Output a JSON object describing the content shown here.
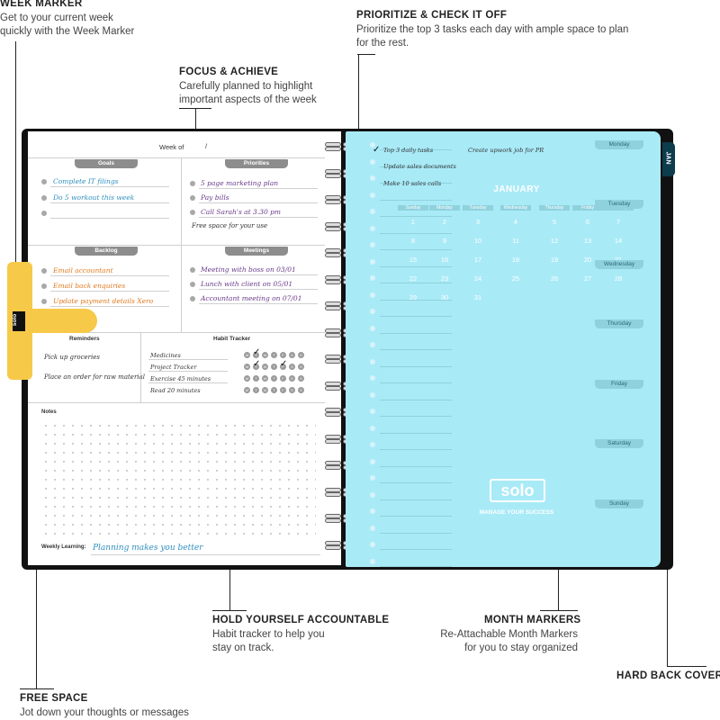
{
  "callouts": {
    "week_marker": {
      "title": "WEEK MARKER",
      "desc_1": "Get to your current week",
      "desc_2": "quickly with the Week Marker"
    },
    "prioritize": {
      "title": "PRIORITIZE & CHECK IT OFF",
      "desc_1": "Prioritize the top 3 tasks each day with ample space to plan",
      "desc_2": "for the rest."
    },
    "focus": {
      "title": "FOCUS & ACHIEVE",
      "desc_1": "Carefully planned to highlight",
      "desc_2": "important aspects of the week"
    },
    "accountable": {
      "title": "HOLD YOURSELF ACCOUNTABLE",
      "desc_1": "Habit tracker to help you",
      "desc_2": "stay on track."
    },
    "month_markers": {
      "title": "MONTH MARKERS",
      "desc_1": "Re-Attachable Month Markers",
      "desc_2": "for you to stay organized"
    },
    "hard_back": {
      "title": "HARD BACK COVER"
    },
    "free_space": {
      "title": "FREE SPACE",
      "desc_1": "Jot down your thoughts or messages"
    }
  },
  "left_page": {
    "week_of": "Week of",
    "slash": "/",
    "goals": {
      "label": "Goals",
      "items": [
        "Complete IT filings",
        "Do 5 workout this week",
        ""
      ]
    },
    "priorities": {
      "label": "Priorities",
      "items": [
        "5 page marketing plan",
        "Pay bills",
        "Call Sarah's at 3.30 pm"
      ],
      "note": "Free space for your use"
    },
    "backlog": {
      "label": "Backlog",
      "items": [
        "Email accountant",
        "Email back enquiries",
        "Update payment details Xero"
      ]
    },
    "meetings": {
      "label": "Meetings",
      "items": [
        "Meeting with boss on 03/01",
        "Lunch with client on 05/01",
        "Accountant meeting on 07/01"
      ]
    },
    "reminders": {
      "label": "Reminders",
      "items": [
        "Pick up groceries",
        "Place an order for raw material"
      ]
    },
    "habit_tracker": {
      "label": "Habit Tracker",
      "habits": [
        "Medicines",
        "Project Tracker",
        "Exercise 45 minutes",
        "Read 20 minutes"
      ],
      "days": [
        "M",
        "T",
        "W",
        "T",
        "F",
        "S",
        "S"
      ]
    },
    "notes": {
      "label": "Notes"
    },
    "weekly_learning": {
      "label": "Weekly Learning:",
      "value": "Planning makes you better"
    },
    "marker_logo": "solo"
  },
  "right_page": {
    "tasks": [
      "Top 3 daily tasks",
      "Update sales documents",
      "Make 10 sales calls"
    ],
    "side_note": "Create upwork job for PR",
    "month_tab": "JAN",
    "calendar": {
      "month": "JANUARY",
      "weekdays": [
        "Sunday",
        "Monday",
        "Tuesday",
        "Wednesday",
        "Thursday",
        "Friday",
        "Saturday"
      ],
      "rows": [
        [
          "1",
          "2",
          "3",
          "4",
          "5",
          "6",
          "7"
        ],
        [
          "8",
          "9",
          "10",
          "11",
          "12",
          "13",
          "14"
        ],
        [
          "15",
          "16",
          "17",
          "18",
          "19",
          "20",
          "21"
        ],
        [
          "22",
          "23",
          "24",
          "25",
          "26",
          "27",
          "28"
        ],
        [
          "29",
          "30",
          "31",
          "",
          "",
          "",
          ""
        ]
      ]
    },
    "days": [
      "Monday",
      "Tuesday",
      "Wednesday",
      "Thursday",
      "Friday",
      "Saturday",
      "Sunday"
    ],
    "logo": "solo",
    "tagline": "MANAGE YOUR SUCCESS"
  },
  "colors": {
    "cover": "#111111",
    "page_blue": "#a9eaf7",
    "marker_yellow": "#f7c948",
    "goal_ink": "#2f8fbf",
    "priority_ink": "#6a3a8a",
    "backlog_ink": "#e07a1f"
  }
}
